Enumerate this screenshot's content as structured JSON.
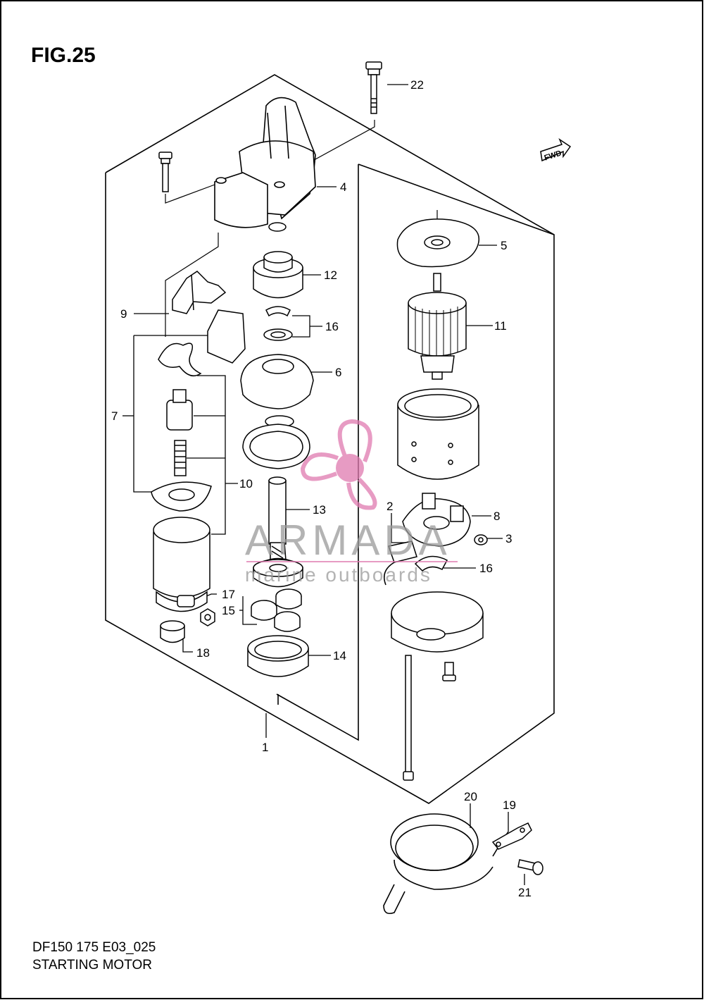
{
  "figure": {
    "title": "FIG.25",
    "model_code": "DF150 175 E03_025",
    "section_name": "STARTING MOTOR",
    "fwd_label": "FWD"
  },
  "watermark": {
    "brand": "ARMADA",
    "tagline": "marine outboards",
    "color": "#e07ab0"
  },
  "callouts": [
    {
      "id": "c22",
      "label": "22"
    },
    {
      "id": "c4",
      "label": "4"
    },
    {
      "id": "c5",
      "label": "5"
    },
    {
      "id": "c12",
      "label": "12"
    },
    {
      "id": "c9",
      "label": "9"
    },
    {
      "id": "c16a",
      "label": "16"
    },
    {
      "id": "c11",
      "label": "11"
    },
    {
      "id": "c6",
      "label": "6"
    },
    {
      "id": "c7",
      "label": "7"
    },
    {
      "id": "c10",
      "label": "10"
    },
    {
      "id": "c13",
      "label": "13"
    },
    {
      "id": "c2",
      "label": "2"
    },
    {
      "id": "c8",
      "label": "8"
    },
    {
      "id": "c3",
      "label": "3"
    },
    {
      "id": "c16b",
      "label": "16"
    },
    {
      "id": "c17",
      "label": "17"
    },
    {
      "id": "c15",
      "label": "15"
    },
    {
      "id": "c18",
      "label": "18"
    },
    {
      "id": "c14",
      "label": "14"
    },
    {
      "id": "c1",
      "label": "1"
    },
    {
      "id": "c20",
      "label": "20"
    },
    {
      "id": "c19",
      "label": "19"
    },
    {
      "id": "c21",
      "label": "21"
    }
  ]
}
